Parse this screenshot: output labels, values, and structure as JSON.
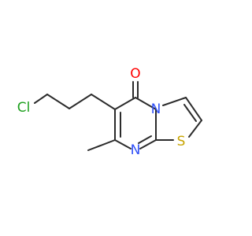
{
  "molecule": {
    "atoms": {
      "oxygen": "O",
      "nitrogen_ring": "N",
      "nitrogen_imine": "N",
      "sulfur": "S",
      "chlorine": "Cl"
    },
    "colors": {
      "bond": "#2b2b2b",
      "oxygen": "#ff0000",
      "nitrogen": "#3050f8",
      "sulfur": "#c8a400",
      "chlorine": "#1fa01f"
    }
  }
}
